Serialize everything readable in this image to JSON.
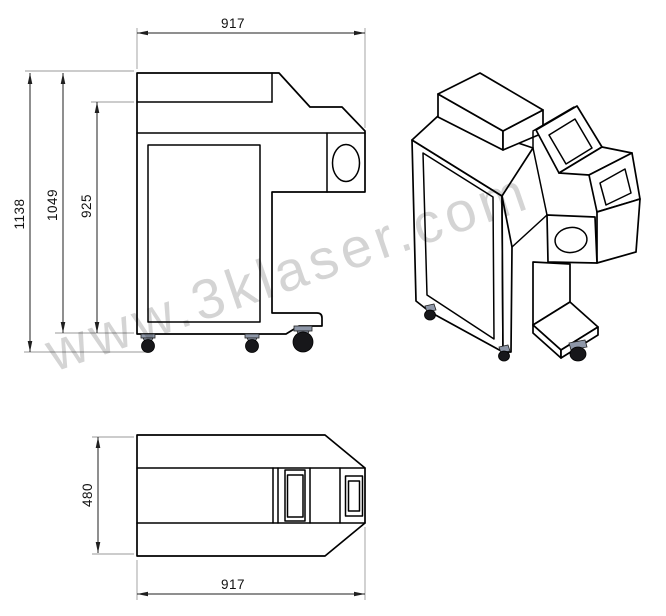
{
  "watermark": {
    "text": "www.3klaser.com"
  },
  "dims": {
    "side": {
      "width": "917",
      "overall_height": "1138",
      "body_height": "1049",
      "table_height": "925"
    },
    "top": {
      "depth": "480",
      "width": "917"
    }
  },
  "colors": {
    "background": "#ffffff",
    "line": "#000000",
    "dim": "#1f1f1f",
    "extension": "#9a9a9a",
    "watermark": "#d4d4d4",
    "caster_wheel": "#17171a",
    "caster_mount": "#8e97a8"
  }
}
